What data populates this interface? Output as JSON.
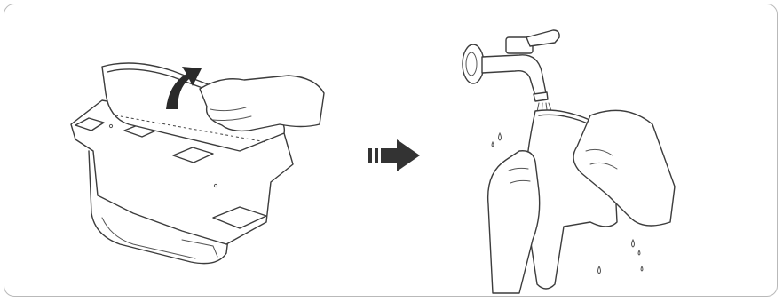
{
  "figure": {
    "steps": [
      {
        "id": "remove-mop-cloth",
        "icon": "mop-pad-removal-illustration"
      },
      {
        "id": "rinse-cloth",
        "icon": "faucet-wash-illustration"
      }
    ],
    "transition": {
      "icon": "right-arrow-icon",
      "color": "#333333"
    },
    "border_color": "#b9b9b9",
    "line_color": "#3c3c3c"
  }
}
